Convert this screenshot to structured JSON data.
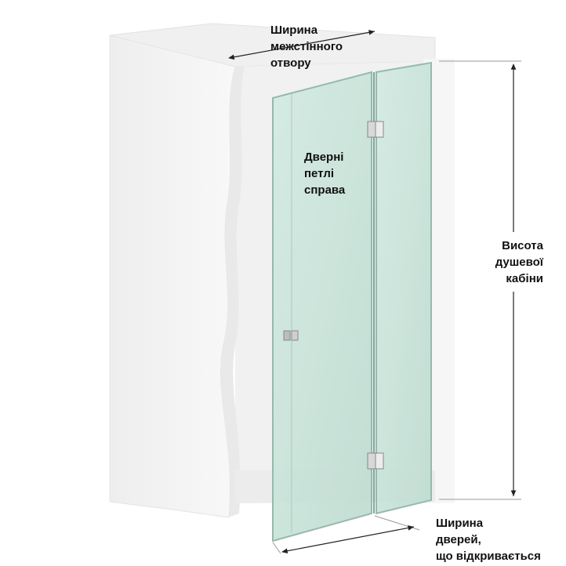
{
  "labels": {
    "opening_width": [
      "Ширина",
      "межстінного",
      "отвору"
    ],
    "hinges_side": [
      "Дверні",
      "петлі",
      "справа"
    ],
    "cabin_height": [
      "Висота",
      "душевої",
      "кабіни"
    ],
    "door_width": [
      "Ширина",
      "дверей,",
      "що відкривається"
    ]
  },
  "colors": {
    "wall": "#f4f4f4",
    "wall_shade": "#e6e6e6",
    "glass": "#c9e4da",
    "glass_edge": "#8fb5a8",
    "dimension_line": "#222222",
    "hardware": "#b8b8b8"
  }
}
